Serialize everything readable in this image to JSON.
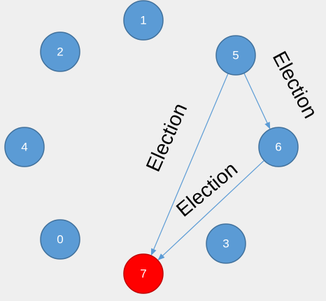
{
  "diagram": {
    "colors": {
      "background": "#efefef",
      "node_fill": "#5b9bd5",
      "node_stroke": "#41719c",
      "highlight_fill": "#ff0000",
      "highlight_stroke": "#c00000",
      "edge": "#5b9bd5",
      "label_text": "#000000",
      "node_text": "#ffffff"
    },
    "nodes": [
      {
        "id": "n1",
        "label": "1",
        "highlighted": false
      },
      {
        "id": "n2",
        "label": "2",
        "highlighted": false
      },
      {
        "id": "n5",
        "label": "5",
        "highlighted": false
      },
      {
        "id": "n4",
        "label": "4",
        "highlighted": false
      },
      {
        "id": "n6",
        "label": "6",
        "highlighted": false
      },
      {
        "id": "n0",
        "label": "0",
        "highlighted": false
      },
      {
        "id": "n3",
        "label": "3",
        "highlighted": false
      },
      {
        "id": "n7",
        "label": "7",
        "highlighted": true
      }
    ],
    "edges": [
      {
        "from": "n5",
        "to": "n6",
        "label": "Election"
      },
      {
        "from": "n5",
        "to": "n7",
        "label": "Election"
      },
      {
        "from": "n6",
        "to": "n7",
        "label": "Election"
      }
    ]
  }
}
